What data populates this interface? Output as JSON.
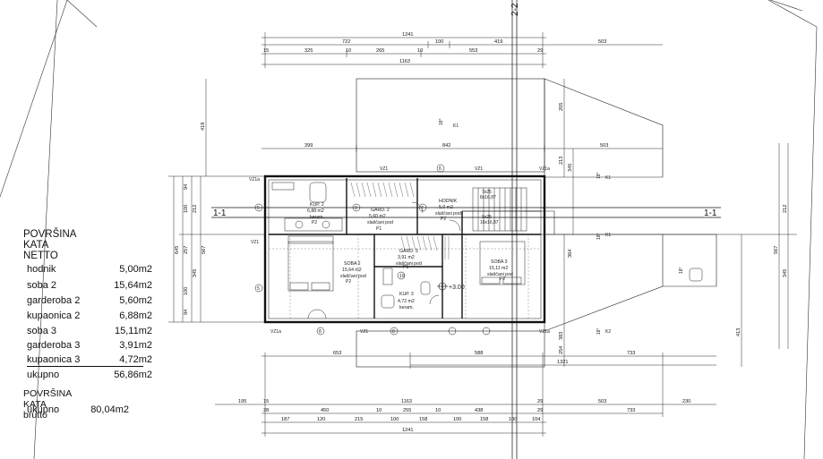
{
  "section_labels": {
    "a_left": "1-1",
    "a_right": "1-1",
    "b_top": "2-2"
  },
  "dims_top": {
    "r1": "1241",
    "r2": [
      "722",
      "100",
      "419",
      "503"
    ],
    "r3": [
      "15",
      "325",
      "10",
      "265",
      "10",
      "553",
      "29"
    ],
    "r4": "1163",
    "r5": [
      "399",
      "842",
      "503"
    ]
  },
  "dims_bottom": {
    "r1": [
      "653",
      "588",
      "733"
    ],
    "r2": "1321",
    "r3": [
      "195",
      "15",
      "1163",
      "29",
      "503",
      "230"
    ],
    "r4": [
      "28",
      "450",
      "10",
      "255",
      "10",
      "438",
      "29",
      "733"
    ],
    "r5": [
      "187",
      "120",
      "215",
      "100",
      "158",
      "100",
      "158",
      "100",
      "104"
    ],
    "r6": "1241"
  },
  "dims_left": [
    "418",
    "645",
    "94",
    "100",
    "212",
    "257",
    "567",
    "345",
    "100",
    "94"
  ],
  "dims_right": [
    "205",
    "213",
    "345",
    "364",
    "383",
    "254",
    "413",
    "212",
    "567",
    "345"
  ],
  "rooms": [
    {
      "name": "KUP. 2",
      "area": "6,88 m2",
      "floor": "keram."
    },
    {
      "name": "GARD. 2",
      "area": "5,60 m2",
      "floor": "slaščani pod"
    },
    {
      "name": "HODNIK",
      "area": "5,0 m2",
      "floor": "slaščani pod"
    },
    {
      "name": "SOBA 2",
      "area": "15,64 m2",
      "floor": "slaščani pod"
    },
    {
      "name": "GARD. 3",
      "area": "3,91 m2",
      "floor": "slaščani pod"
    },
    {
      "name": "KUP. 3",
      "area": "4,72 m2",
      "floor": "keram."
    },
    {
      "name": "SOBA 3",
      "area": "15,11 m2",
      "floor": "slaščani pod"
    }
  ],
  "floor_codes": [
    "P2",
    "P1",
    "P2",
    "P2",
    "P1",
    "P2"
  ],
  "stair": {
    "line1": "7x25",
    "line2": "8x16,87",
    "line3": "9x25",
    "line4": "10x16,87"
  },
  "level": "+3.00",
  "window_codes": [
    "VZ1a",
    "VZ1",
    "VZ1",
    "VZ1a",
    "VZ1",
    "VZ1a",
    "VZ1",
    "VZ1a"
  ],
  "roof": {
    "k1": "K1",
    "k2": "K2",
    "slope": "18°"
  },
  "grid_marks": [
    "5",
    "6",
    "7",
    "8",
    "9",
    "10",
    "4",
    "5",
    "8"
  ],
  "netto": {
    "title": "POVRŠINA KATA NETTO",
    "rows": [
      {
        "name": "hodnik",
        "value": "5,00m2"
      },
      {
        "name": "soba 2",
        "value": "15,64m2"
      },
      {
        "name": "garderoba 2",
        "value": "5,60m2"
      },
      {
        "name": "kupaonica 2",
        "value": "6,88m2"
      },
      {
        "name": "soba 3",
        "value": "15,11m2"
      },
      {
        "name": "garderoba 3",
        "value": "3,91m2"
      },
      {
        "name": "kupaonica 3",
        "value": "4,72m2"
      }
    ],
    "total": {
      "name": "ukupno",
      "value": "56,86m2"
    }
  },
  "brutto": {
    "title": "POVRŠINA KATA brutto",
    "total": {
      "name": "ukupno",
      "value": "80,04m2"
    }
  }
}
